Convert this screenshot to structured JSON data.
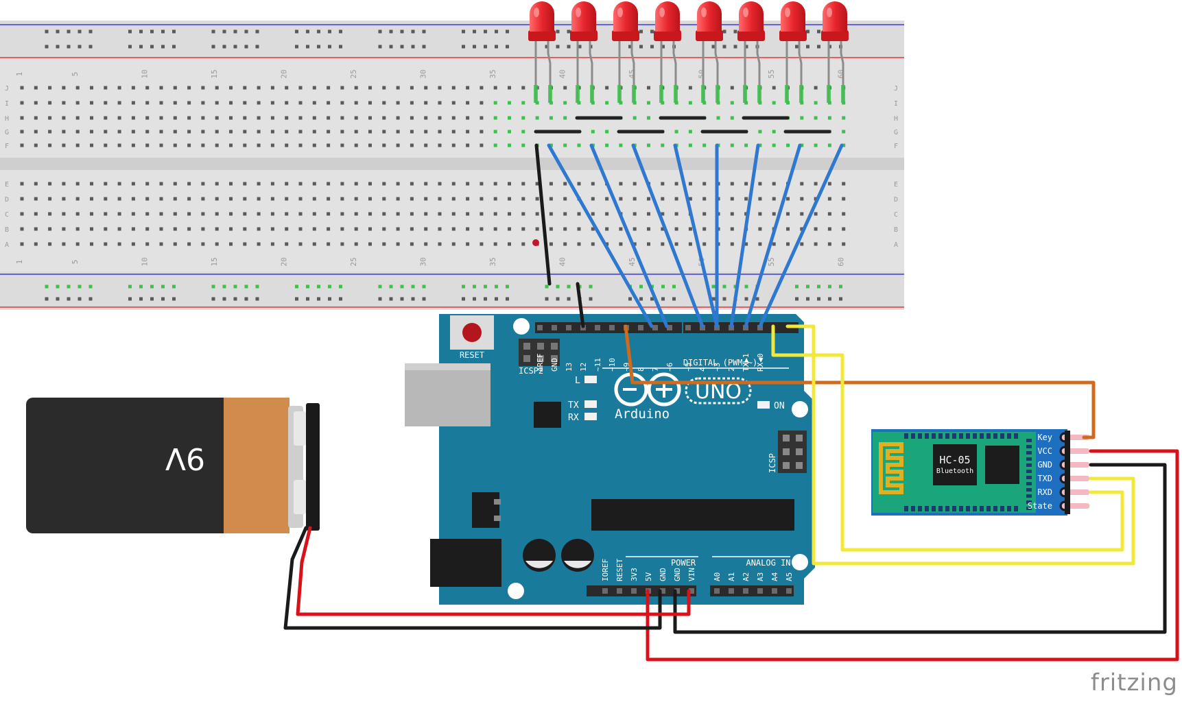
{
  "breadboard": {
    "column_labels": [
      "1",
      "5",
      "10",
      "15",
      "20",
      "25",
      "30",
      "35",
      "40",
      "45",
      "50",
      "55",
      "60"
    ],
    "row_labels_top": [
      "J",
      "I",
      "H",
      "G",
      "F"
    ],
    "row_labels_bottom": [
      "E",
      "D",
      "C",
      "B",
      "A"
    ],
    "led_count": 8
  },
  "arduino": {
    "logo_text": "Arduino",
    "model_text": "UNO",
    "reset_label": "RESET",
    "icsp2_label": "ICSP2",
    "icsp_label": "ICSP",
    "digital_label": "DIGITAL (PWM=~)",
    "power_label": "POWER",
    "analog_label": "ANALOG IN",
    "on_label": "ON",
    "l_label": "L",
    "tx_label": "TX",
    "rx_label": "RX",
    "digital_pins": [
      "AREF",
      "GND",
      "13",
      "12",
      "~11",
      "~10",
      "~9",
      "8",
      "7",
      "~6",
      "~5",
      "4",
      "~3",
      "2",
      "TX▶1",
      "RX◀0"
    ],
    "power_pins": [
      "IOREF",
      "RESET",
      "3V3",
      "5V",
      "GND",
      "GND",
      "VIN"
    ],
    "analog_pins": [
      "A0",
      "A1",
      "A2",
      "A3",
      "A4",
      "A5"
    ]
  },
  "battery": {
    "label": "9V"
  },
  "bluetooth": {
    "name": "HC-05",
    "sub": "Bluetooth",
    "pins": [
      "Key",
      "VCC",
      "GND",
      "TXD",
      "RXD",
      "State"
    ]
  },
  "colors": {
    "board_blue": "#1a7a9c",
    "wire_blue": "#2f78d0",
    "wire_yellow": "#f0e83a",
    "wire_red": "#d8121a",
    "wire_orange": "#d06a1c",
    "led_red": "#e8262e",
    "module_green": "#1aa57a",
    "module_blue": "#1f6fc0"
  },
  "watermark": "fritzing"
}
